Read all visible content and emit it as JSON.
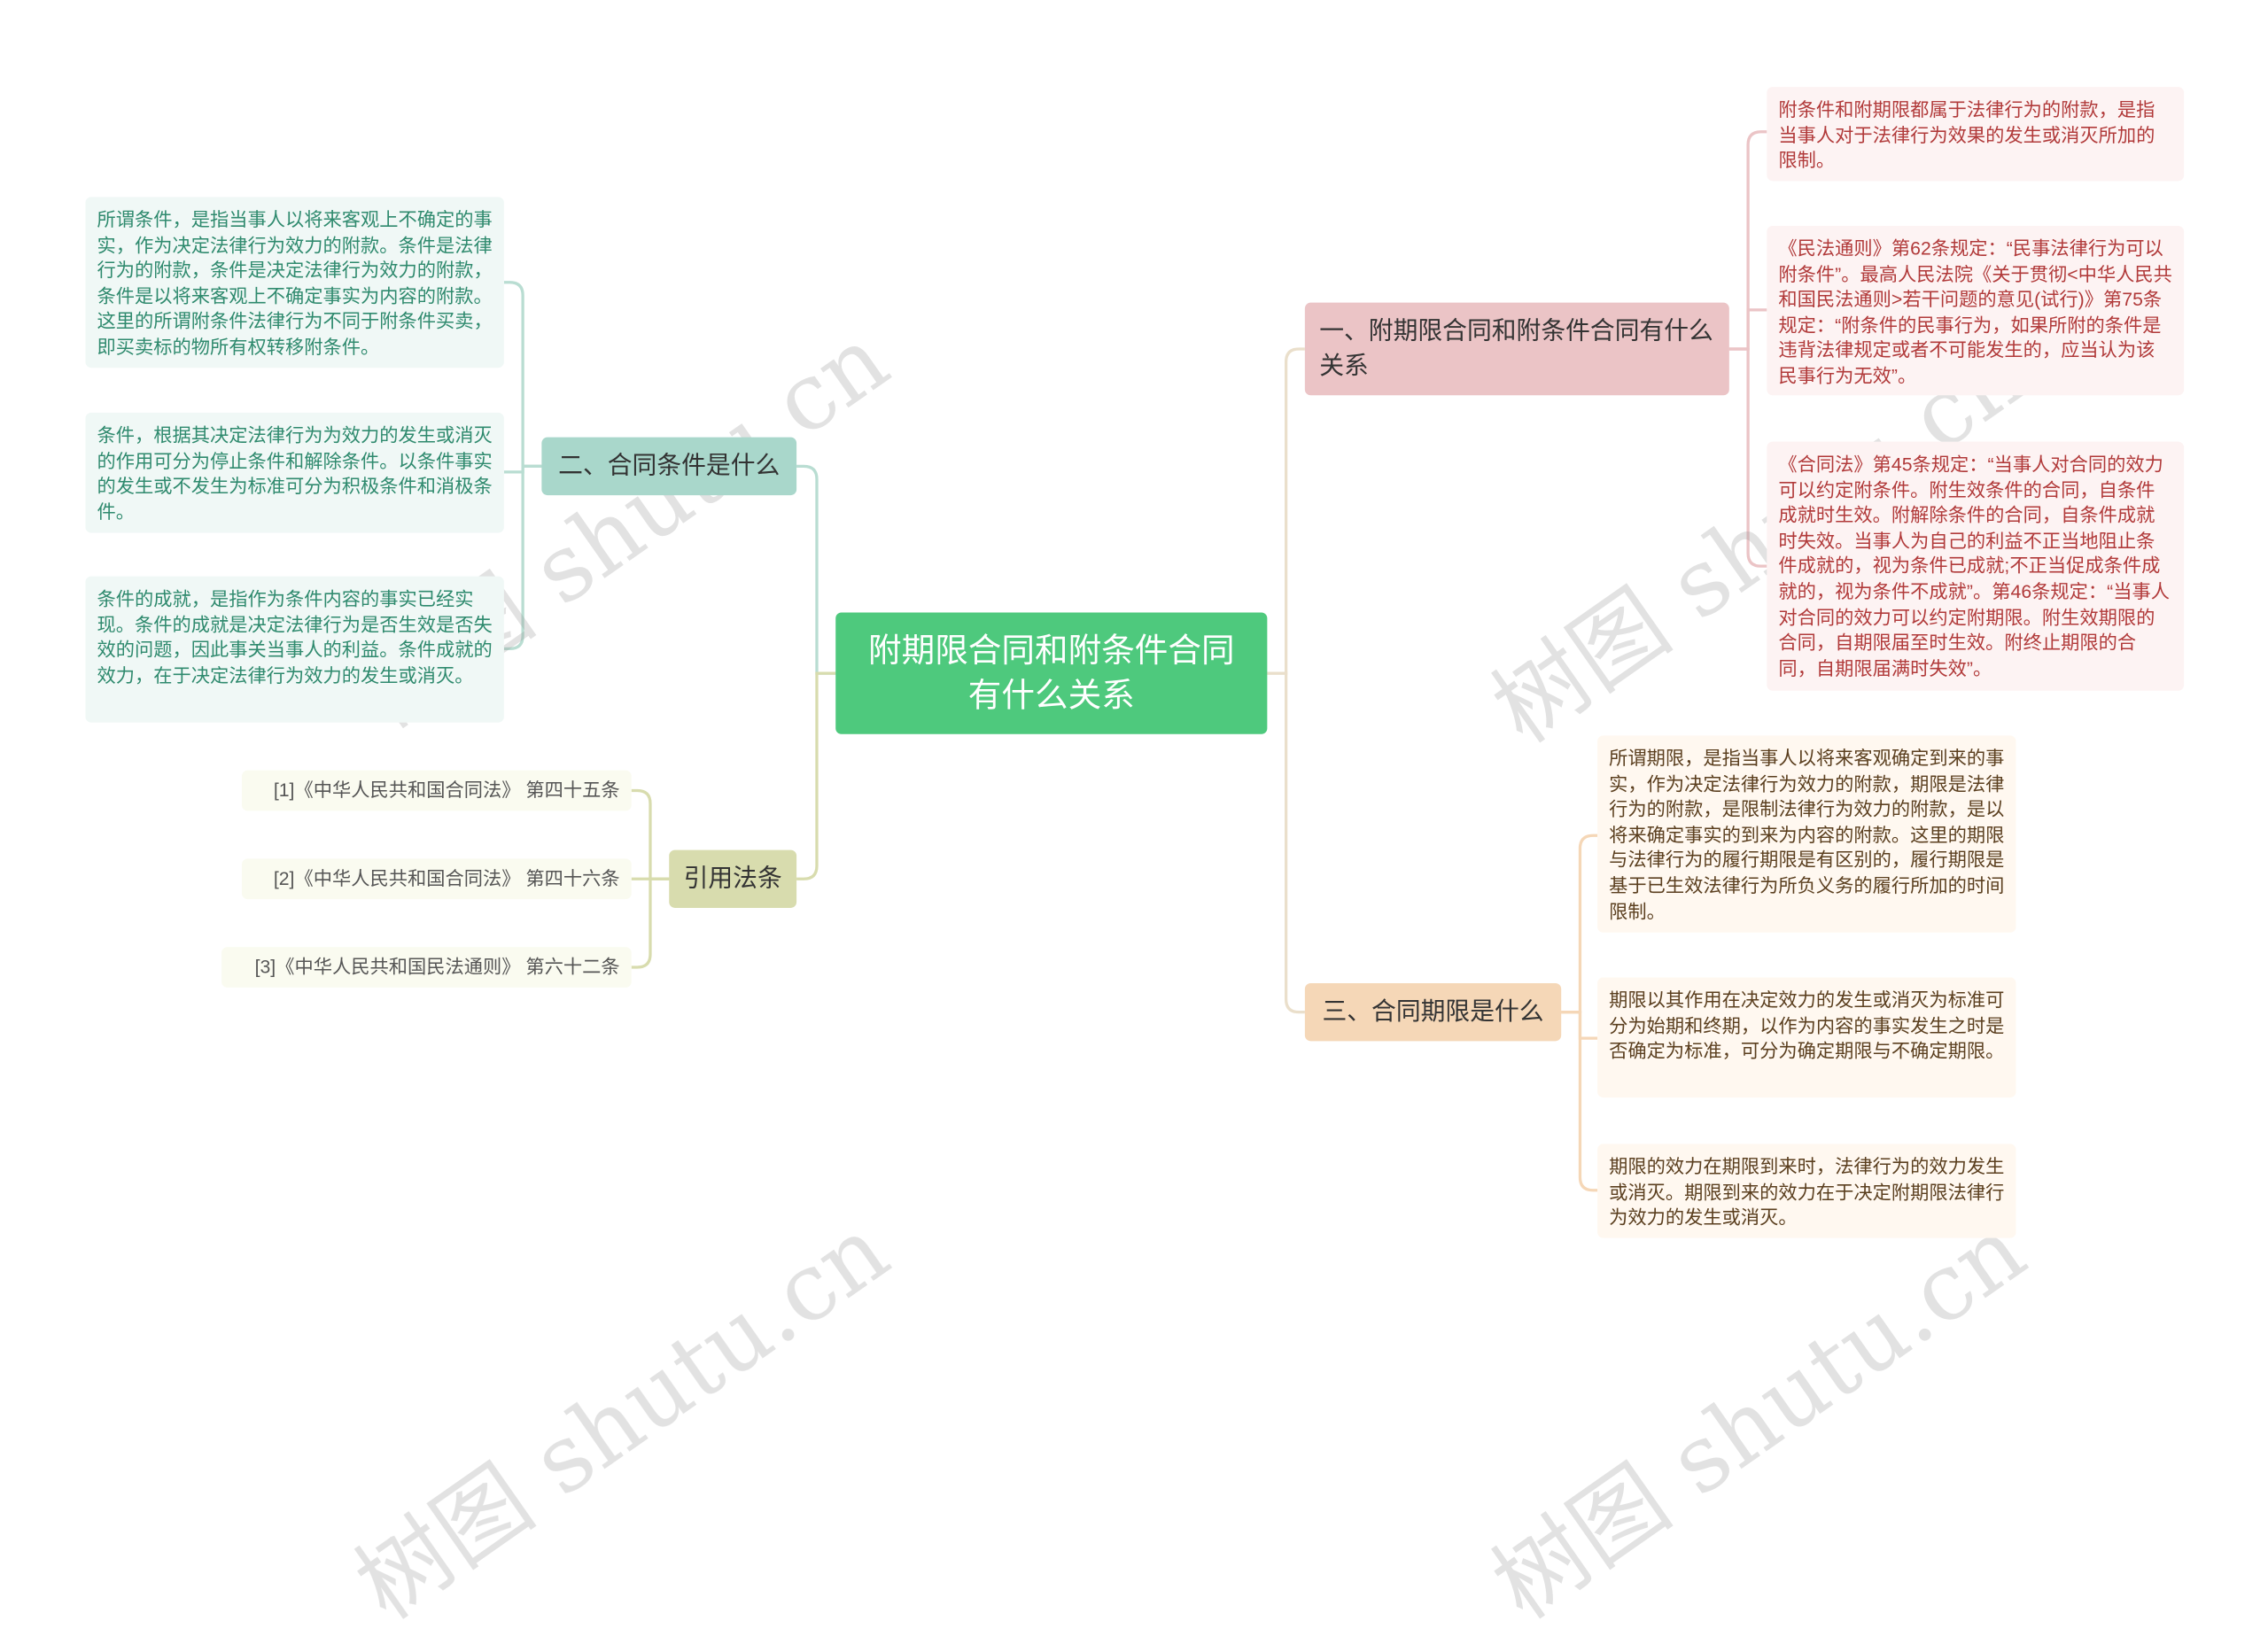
{
  "root": {
    "title": "附期限合同和附条件合同有什么关系"
  },
  "branch1": {
    "label": "一、附期限合同和附条件合同有什么关系",
    "leaves": [
      "附条件和附期限都属于法律行为的附款，是指当事人对于法律行为效果的发生或消灭所加的限制。",
      "《民法通则》第62条规定：“民事法律行为可以附条件”。最高人民法院《关于贯彻<中华人民共和国民法通则>若干问题的意见(试行)》第75条规定：“附条件的民事行为，如果所附的条件是违背法律规定或者不可能发生的，应当认为该民事行为无效”。",
      "《合同法》第45条规定：“当事人对合同的效力可以约定附条件。附生效条件的合同，自条件成就时生效。附解除条件的合同，自条件成就时失效。当事人为自己的利益不正当地阻止条件成就的，视为条件已成就;不正当促成条件成就的，视为条件不成就”。第46条规定：“当事人对合同的效力可以约定附期限。附生效期限的合同，自期限届至时生效。附终止期限的合同，自期限届满时失效”。"
    ]
  },
  "branch2": {
    "label": "二、合同条件是什么",
    "leaves": [
      "所谓条件，是指当事人以将来客观上不确定的事实，作为决定法律行为效力的附款。条件是法律行为的附款，条件是决定法律行为效力的附款，条件是以将来客观上不确定事实为内容的附款。这里的所谓附条件法律行为不同于附条件买卖，即买卖标的物所有权转移附条件。",
      "条件，根据其决定法律行为为效力的发生或消灭的作用可分为停止条件和解除条件。以条件事实的发生或不发生为标准可分为积极条件和消极条件。",
      "条件的成就，是指作为条件内容的事实已经实现。条件的成就是决定法律行为是否生效是否失效的问题，因此事关当事人的利益。条件成就的效力，在于决定法律行为效力的发生或消灭。"
    ]
  },
  "branch3": {
    "label": "引用法条",
    "leaves": [
      "[1]《中华人民共和国合同法》 第四十五条",
      "[2]《中华人民共和国合同法》 第四十六条",
      "[3]《中华人民共和国民法通则》 第六十二条"
    ]
  },
  "branch4": {
    "label": "三、合同期限是什么",
    "leaves": [
      "所谓期限，是指当事人以将来客观确定到来的事实，作为决定法律行为效力的附款，期限是法律行为的附款，是限制法律行为效力的附款，是以将来确定事实的到来为内容的附款。这里的期限与法律行为的履行期限是有区别的，履行期限是基于已生效法律行为所负义务的履行所加的时间限制。",
      "期限以其作用在决定效力的发生或消灭为标准可分为始期和终期，以作为内容的事实发生之时是否确定为标准，可分为确定期限与不确定期限。",
      "期限的效力在期限到来时，法律行为的效力发生或消灭。期限到来的效力在于决定附期限法律行为效力的发生或消灭。"
    ]
  },
  "watermark": "树图 shutu.cn",
  "colors": {
    "root": "#4ec97d",
    "branch1": "#ebc4c6",
    "branch2": "#a9d7cb",
    "branch3": "#d8dcae",
    "branch4": "#f5d7b7"
  }
}
